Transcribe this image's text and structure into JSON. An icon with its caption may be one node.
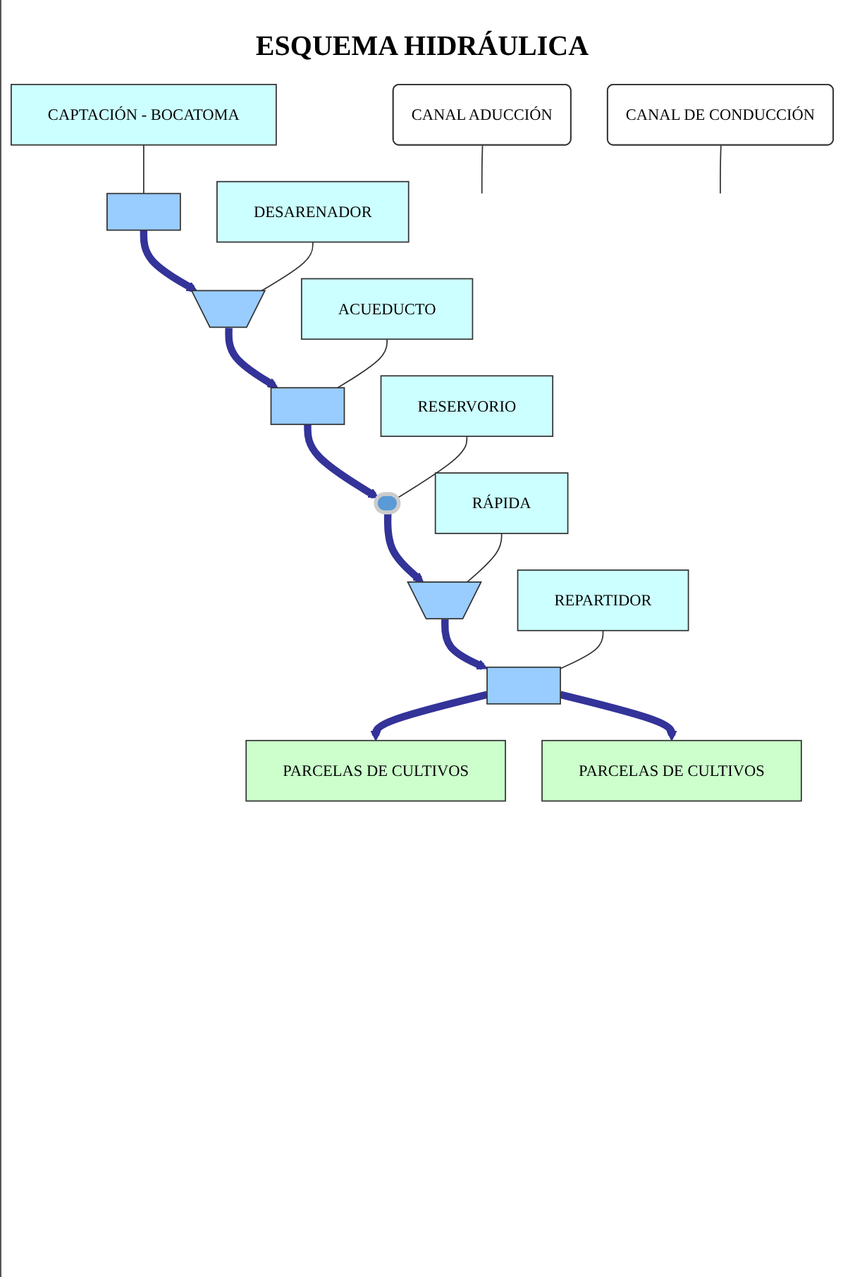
{
  "diagram": {
    "title": "ESQUEMA HIDRÁULICA",
    "nodes": [
      {
        "text": [],
        "shape": "box"
      },
      {
        "text": [
          "CAPTACIÓN - BOCATOMA"
        ]
      },
      {
        "text": [],
        "shape": "trapezoid"
      },
      {
        "text": [
          "DESARENADOR"
        ]
      },
      {
        "text": [
          "CANAL ADUCCIÓN"
        ]
      },
      {
        "text": [],
        "shape": "bar"
      },
      {
        "text": [
          "ACUEDUCTO"
        ]
      },
      {
        "text": [],
        "shape": "circle"
      },
      {
        "text": [
          "RESERVORIO"
        ]
      },
      {
        "text": [
          "CANAL DE CONDUCCIÓN"
        ]
      },
      {
        "text": [],
        "shape": "trapezoid"
      },
      {
        "text": [
          "RÁPIDA"
        ]
      },
      {
        "text": [],
        "shape": "bar"
      },
      {
        "text": [
          "REPARTIDOR"
        ]
      },
      {
        "text": [
          "PARCELAS DE CULTIVOS"
        ]
      },
      {
        "text": [
          "PARCELAS DE CULTIVOS"
        ]
      }
    ],
    "edges": [
      {
        "from": 1,
        "to": 0,
        "arrow": "none"
      },
      {
        "from": 0,
        "to": 2,
        "arrow": "to",
        "style": "thick",
        "color": "#333399"
      },
      {
        "from": 3,
        "to": 2,
        "arrow": "none"
      },
      {
        "from": 4,
        "to": null,
        "arrow": "none"
      },
      {
        "from": 2,
        "to": 5,
        "arrow": "to",
        "style": "thick",
        "color": "#333399"
      },
      {
        "from": 6,
        "to": 5,
        "arrow": "none"
      },
      {
        "from": 5,
        "to": 7,
        "arrow": "to",
        "style": "thick",
        "color": "#333399"
      },
      {
        "from": 8,
        "to": 7,
        "arrow": "none"
      },
      {
        "from": 9,
        "to": null,
        "arrow": "none"
      },
      {
        "from": 7,
        "to": 10,
        "arrow": "to",
        "style": "thick",
        "color": "#333399"
      },
      {
        "from": 11,
        "to": 10,
        "arrow": "none"
      },
      {
        "from": 10,
        "to": 12,
        "arrow": "to",
        "style": "thick",
        "color": "#333399"
      },
      {
        "from": 13,
        "to": 12,
        "arrow": "none"
      },
      {
        "from": 12,
        "to": 14,
        "arrow": "to",
        "style": "thick",
        "color": "#333399"
      },
      {
        "from": 12,
        "to": 15,
        "arrow": "to",
        "style": "thick",
        "color": "#333399"
      }
    ]
  }
}
